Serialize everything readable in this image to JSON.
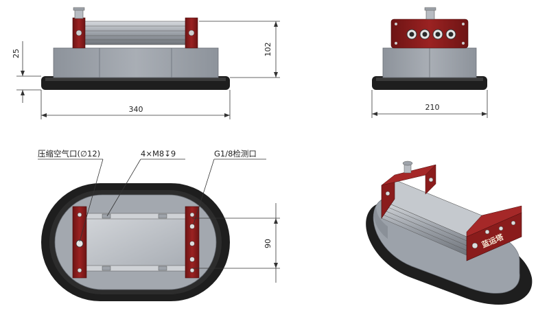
{
  "dimensions": {
    "front_height_step": "25",
    "front_total_height": "102",
    "front_width": "340",
    "side_width": "210",
    "top_slot_spacing": "90"
  },
  "callouts": {
    "air_port": "压缩空气口(∅12)",
    "mount_holes": "4×M8↧9",
    "test_port": "G1/8检测口"
  },
  "logo": {
    "brand_text": "蓝运塔"
  },
  "colors": {
    "body_gray": "#9ca2aa",
    "base_black": "#1e1e1e",
    "clamp_red": "#8a1c1c",
    "plate_silver": "#c3c7cd"
  }
}
